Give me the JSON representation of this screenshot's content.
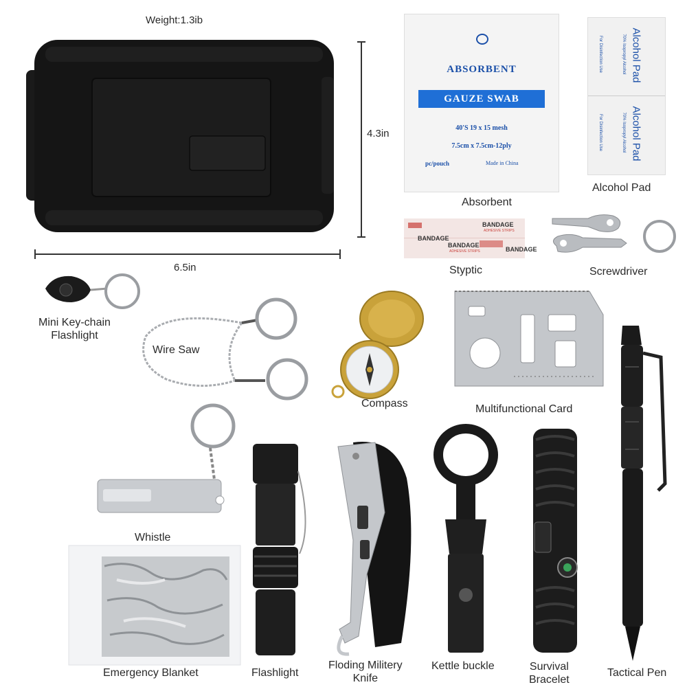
{
  "dimensions": {
    "weight": "Weight:1.3ib",
    "height": "4.3in",
    "width": "6.5in"
  },
  "gauze_pack": {
    "title": "ABSORBENT",
    "band": "GAUZE SWAB",
    "line1": "40'S 19 x 15 mesh",
    "line2": "7.5cm x 7.5cm-12ply",
    "line3_left": "pc/pouch",
    "line3_right": "Made in China"
  },
  "alcohol_pad_pack": {
    "title": "Alcohol Pad",
    "sub": "70% Isopropyl Alcohol",
    "side": "For Disinfection Use"
  },
  "bandage": {
    "text": "BANDAGE",
    "sub": "ADHESIVE STRIPS"
  },
  "labels": {
    "absorbent": "Absorbent",
    "alcohol_pad": "Alcohol Pad",
    "styptic": "Styptic",
    "screwdriver": "Screwdriver",
    "mini_flashlight_line1": "Mini Key-chain",
    "mini_flashlight_line2": "Flashlight",
    "wire_saw": "Wire Saw",
    "compass": "Compass",
    "multifunctional_card": "Multifunctional Card",
    "whistle": "Whistle",
    "emergency_blanket": "Emergency Blanket",
    "flashlight": "Flashlight",
    "knife_line1": "Floding Militery",
    "knife_line2": "Knife",
    "kettle_buckle": "Kettle buckle",
    "bracelet_line1": "Survival",
    "bracelet_line2": "Bracelet",
    "tactical_pen": "Tactical Pen"
  },
  "colors": {
    "case": "#151515",
    "gauze_blue": "#1f6fd6",
    "gauze_text": "#1a4fa8",
    "brass": "#c9a23a",
    "steel": "#b9bcc0",
    "bandage_red": "#c8403a"
  }
}
